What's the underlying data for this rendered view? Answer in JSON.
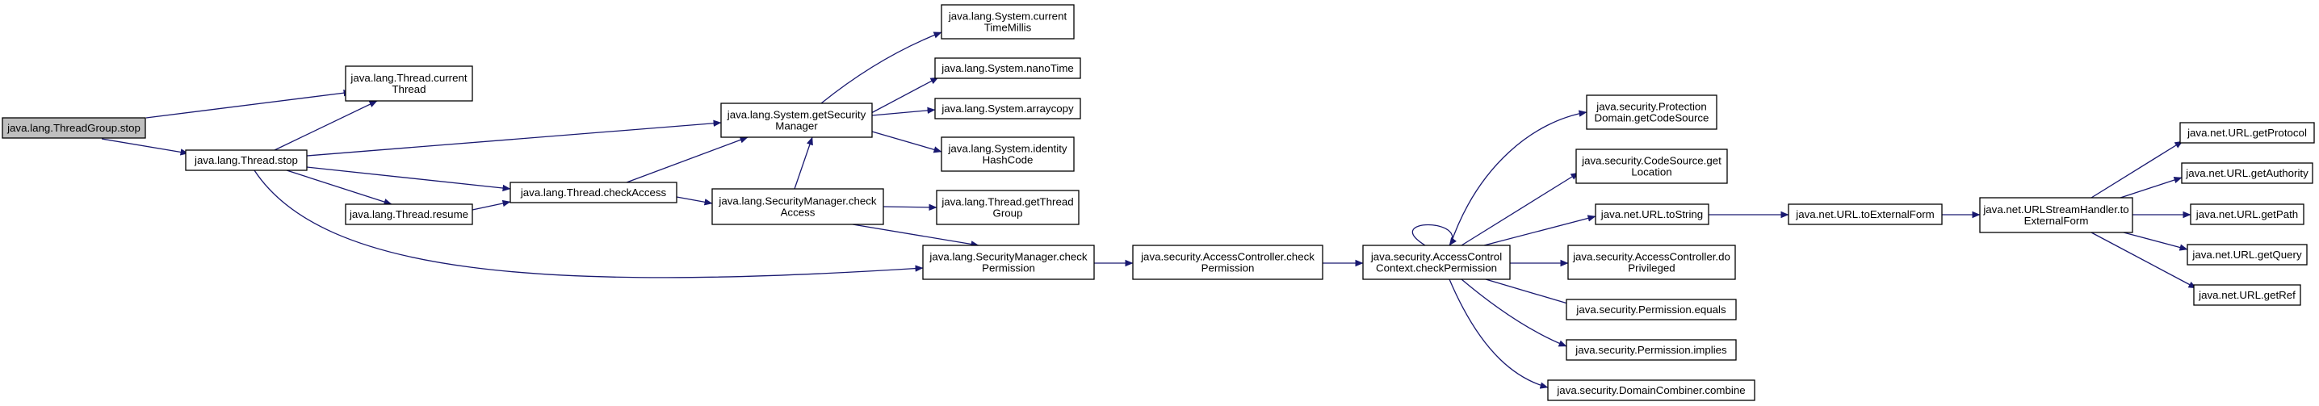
{
  "colors": {
    "root_fill": "#bfbfbf",
    "node_fill": "#ffffff",
    "node_border": "#000000",
    "edge": "#191970",
    "background": "#ffffff"
  },
  "nodes": [
    {
      "id": "threadgroup-stop",
      "lines": [
        "java.lang.ThreadGroup.stop"
      ],
      "root": true
    },
    {
      "id": "thread-stop",
      "lines": [
        "java.lang.Thread.stop"
      ]
    },
    {
      "id": "thread-currentthread",
      "lines": [
        "java.lang.Thread.current",
        "Thread"
      ]
    },
    {
      "id": "thread-resume",
      "lines": [
        "java.lang.Thread.resume"
      ]
    },
    {
      "id": "thread-checkaccess",
      "lines": [
        "java.lang.Thread.checkAccess"
      ]
    },
    {
      "id": "system-getsecuritymanager",
      "lines": [
        "java.lang.System.getSecurity",
        "Manager"
      ]
    },
    {
      "id": "system-currenttimemillis",
      "lines": [
        "java.lang.System.current",
        "TimeMillis"
      ]
    },
    {
      "id": "system-nanotime",
      "lines": [
        "java.lang.System.nanoTime"
      ]
    },
    {
      "id": "system-arraycopy",
      "lines": [
        "java.lang.System.arraycopy"
      ]
    },
    {
      "id": "system-identityhashcode",
      "lines": [
        "java.lang.System.identity",
        "HashCode"
      ]
    },
    {
      "id": "securitymanager-checkaccess",
      "lines": [
        "java.lang.SecurityManager.check",
        "Access"
      ]
    },
    {
      "id": "thread-getthreadgroup",
      "lines": [
        "java.lang.Thread.getThread",
        "Group"
      ]
    },
    {
      "id": "securitymanager-checkpermission",
      "lines": [
        "java.lang.SecurityManager.check",
        "Permission"
      ]
    },
    {
      "id": "accesscontroller-checkpermission",
      "lines": [
        "java.security.AccessController.check",
        "Permission"
      ]
    },
    {
      "id": "accesscontrolcontext-checkpermission",
      "lines": [
        "java.security.AccessControl",
        "Context.checkPermission"
      ]
    },
    {
      "id": "protectiondomain-getcodesource",
      "lines": [
        "java.security.Protection",
        "Domain.getCodeSource"
      ]
    },
    {
      "id": "codesource-getlocation",
      "lines": [
        "java.security.CodeSource.get",
        "Location"
      ]
    },
    {
      "id": "url-tostring",
      "lines": [
        "java.net.URL.toString"
      ]
    },
    {
      "id": "accesscontroller-doprivileged",
      "lines": [
        "java.security.AccessController.do",
        "Privileged"
      ]
    },
    {
      "id": "permission-equals",
      "lines": [
        "java.security.Permission.equals"
      ]
    },
    {
      "id": "permission-implies",
      "lines": [
        "java.security.Permission.implies"
      ]
    },
    {
      "id": "domaincombiner-combine",
      "lines": [
        "java.security.DomainCombiner.combine"
      ]
    },
    {
      "id": "url-toexternalform",
      "lines": [
        "java.net.URL.toExternalForm"
      ]
    },
    {
      "id": "urlstreamhandler-toexternalform",
      "lines": [
        "java.net.URLStreamHandler.to",
        "ExternalForm"
      ]
    },
    {
      "id": "url-getprotocol",
      "lines": [
        "java.net.URL.getProtocol"
      ]
    },
    {
      "id": "url-getauthority",
      "lines": [
        "java.net.URL.getAuthority"
      ]
    },
    {
      "id": "url-getpath",
      "lines": [
        "java.net.URL.getPath"
      ]
    },
    {
      "id": "url-getquery",
      "lines": [
        "java.net.URL.getQuery"
      ]
    },
    {
      "id": "url-getref",
      "lines": [
        "java.net.URL.getRef"
      ]
    }
  ],
  "edges": [
    {
      "from": "threadgroup-stop",
      "to": "thread-currentthread"
    },
    {
      "from": "threadgroup-stop",
      "to": "thread-stop"
    },
    {
      "from": "thread-stop",
      "to": "thread-currentthread"
    },
    {
      "from": "thread-stop",
      "to": "system-getsecuritymanager"
    },
    {
      "from": "thread-stop",
      "to": "thread-checkaccess"
    },
    {
      "from": "thread-stop",
      "to": "thread-resume"
    },
    {
      "from": "thread-stop",
      "to": "securitymanager-checkpermission"
    },
    {
      "from": "thread-resume",
      "to": "thread-checkaccess"
    },
    {
      "from": "thread-checkaccess",
      "to": "system-getsecuritymanager"
    },
    {
      "from": "thread-checkaccess",
      "to": "securitymanager-checkaccess"
    },
    {
      "from": "system-getsecuritymanager",
      "to": "system-currenttimemillis"
    },
    {
      "from": "system-getsecuritymanager",
      "to": "system-nanotime"
    },
    {
      "from": "system-getsecuritymanager",
      "to": "system-arraycopy"
    },
    {
      "from": "system-getsecuritymanager",
      "to": "system-identityhashcode"
    },
    {
      "from": "securitymanager-checkaccess",
      "to": "system-getsecuritymanager"
    },
    {
      "from": "securitymanager-checkaccess",
      "to": "thread-getthreadgroup"
    },
    {
      "from": "securitymanager-checkaccess",
      "to": "securitymanager-checkpermission"
    },
    {
      "from": "securitymanager-checkpermission",
      "to": "accesscontroller-checkpermission"
    },
    {
      "from": "accesscontroller-checkpermission",
      "to": "accesscontrolcontext-checkpermission"
    },
    {
      "from": "accesscontrolcontext-checkpermission",
      "to": "accesscontrolcontext-checkpermission"
    },
    {
      "from": "accesscontrolcontext-checkpermission",
      "to": "protectiondomain-getcodesource"
    },
    {
      "from": "accesscontrolcontext-checkpermission",
      "to": "codesource-getlocation"
    },
    {
      "from": "accesscontrolcontext-checkpermission",
      "to": "url-tostring"
    },
    {
      "from": "accesscontrolcontext-checkpermission",
      "to": "accesscontroller-doprivileged"
    },
    {
      "from": "accesscontrolcontext-checkpermission",
      "to": "permission-equals"
    },
    {
      "from": "accesscontrolcontext-checkpermission",
      "to": "permission-implies"
    },
    {
      "from": "accesscontrolcontext-checkpermission",
      "to": "domaincombiner-combine"
    },
    {
      "from": "url-tostring",
      "to": "url-toexternalform"
    },
    {
      "from": "url-toexternalform",
      "to": "urlstreamhandler-toexternalform"
    },
    {
      "from": "urlstreamhandler-toexternalform",
      "to": "url-getprotocol"
    },
    {
      "from": "urlstreamhandler-toexternalform",
      "to": "url-getauthority"
    },
    {
      "from": "urlstreamhandler-toexternalform",
      "to": "url-getpath"
    },
    {
      "from": "urlstreamhandler-toexternalform",
      "to": "url-getquery"
    },
    {
      "from": "urlstreamhandler-toexternalform",
      "to": "url-getref"
    }
  ]
}
